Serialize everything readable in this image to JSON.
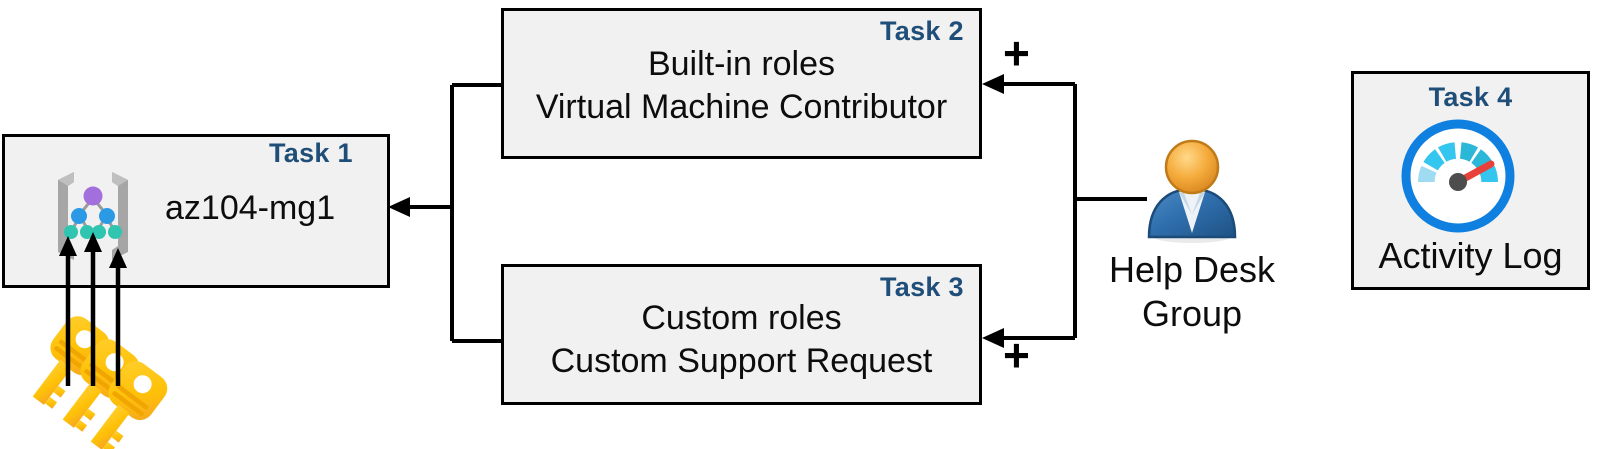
{
  "diagram": {
    "title": "Azure RBAC task diagram",
    "accent_color": "#1F4E79",
    "box_fill": "#f1f1f1",
    "box_border": "#000000"
  },
  "task1": {
    "label": "Task 1",
    "text": "az104-mg1",
    "icon": "management-group-icon"
  },
  "task2": {
    "label": "Task 2",
    "line1": "Built-in roles",
    "line2": "Virtual Machine Contributor",
    "plus": "+"
  },
  "task3": {
    "label": "Task 3",
    "line1": "Custom roles",
    "line2": "Custom Support Request",
    "plus": "+"
  },
  "task4": {
    "label": "Task 4",
    "text": "Activity Log",
    "icon": "gauge-activity-log-icon"
  },
  "group": {
    "line1": "Help Desk",
    "line2": "Group",
    "icon": "user-group-icon"
  },
  "keys": {
    "icon": "keys-icon",
    "count": 3
  },
  "connectors": {
    "left_branch": "arrow-to-task1",
    "right_branch_top": "arrow-to-task2",
    "right_branch_bottom": "arrow-to-task3"
  }
}
